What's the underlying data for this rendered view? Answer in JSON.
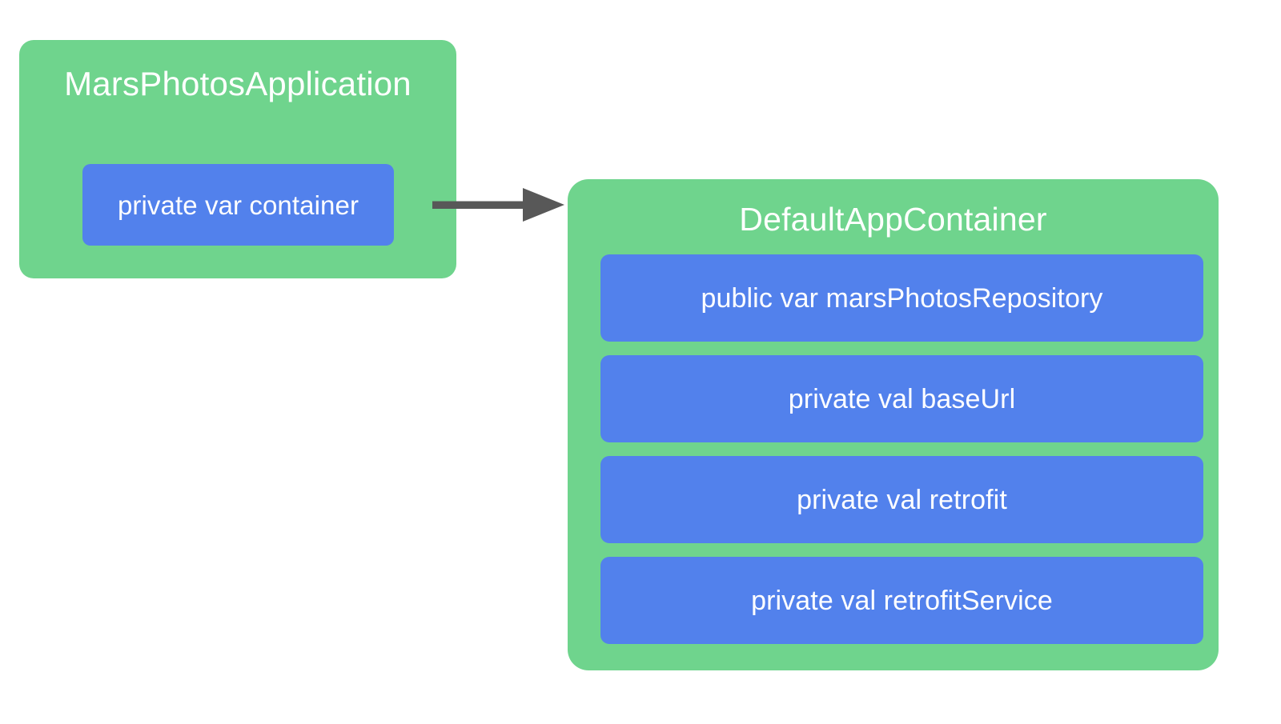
{
  "diagram": {
    "type": "class-dependency",
    "background_color": "#ffffff",
    "class_color": "#6fd48d",
    "member_color": "#5281ec",
    "text_color": "#ffffff",
    "arrow_color": "#585858"
  },
  "classes": [
    {
      "id": "mars-photos-application",
      "title": "MarsPhotosApplication",
      "members": [
        {
          "label": "private var container"
        }
      ]
    },
    {
      "id": "default-app-container",
      "title": "DefaultAppContainer",
      "members": [
        {
          "label": "public var marsPhotosRepository"
        },
        {
          "label": "private val baseUrl"
        },
        {
          "label": "private val retrofit"
        },
        {
          "label": "private val retrofitService"
        }
      ]
    }
  ],
  "connector": {
    "name": "dependency-arrow",
    "icon": "arrow-right-icon",
    "from": "mars-photos-application.container",
    "to": "default-app-container"
  }
}
